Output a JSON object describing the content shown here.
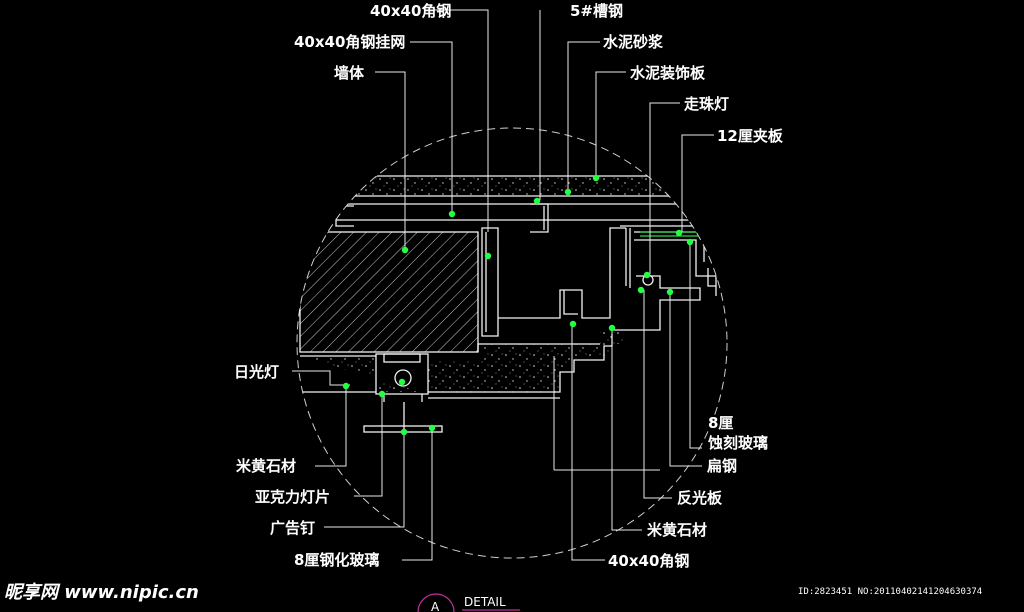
{
  "labels": {
    "angle_steel_top": "40x40角钢",
    "channel_steel": "5#槽钢",
    "angle_steel_mesh": "40x40角钢挂网",
    "cement_mortar": "水泥砂浆",
    "wall": "墙体",
    "cement_board": "水泥装饰板",
    "bead_light": "走珠灯",
    "plywood": "12厘夹板",
    "fluorescent_lamp": "日光灯",
    "etched_glass_line1": "8厘",
    "etched_glass_line2": "蚀刻玻璃",
    "flat_steel": "扁钢",
    "beige_stone_left": "米黄石材",
    "acrylic_sheet": "亚克力灯片",
    "reflector": "反光板",
    "ad_nail": "广告钉",
    "beige_stone_right": "米黄石材",
    "tempered_glass": "8厘钢化玻璃",
    "angle_steel_bottom": "40x40角钢"
  },
  "footer": {
    "watermark": "昵享网 www.nipic.cn",
    "image_id": "ID:2823451 NO:20110402141204630374",
    "detail_label": "DETAIL",
    "detail_mark": "A"
  },
  "colors": {
    "background": "#000000",
    "leader": "#e8e8e8",
    "marker": "#22ff44",
    "geometry": "#f2f2f2",
    "accent": "#27d84a",
    "detail_circle": "#c0309a"
  }
}
